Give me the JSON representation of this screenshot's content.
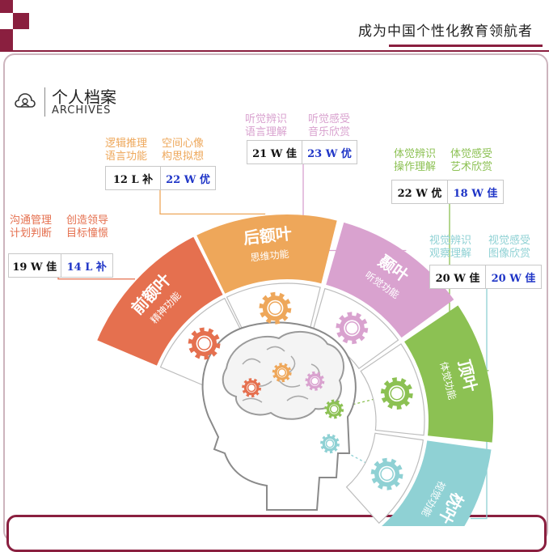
{
  "header": {
    "slogan": "成为中国个性化教育领航者"
  },
  "section": {
    "title": "个人档案",
    "subtitle": "ARCHIVES"
  },
  "colors": {
    "brand": "#8a1f3f",
    "frontal": "#e5704f",
    "prefrontal": "#eea75a",
    "temporal": "#d9a2cf",
    "parietal": "#8cc153",
    "occipital": "#8fd1d4",
    "score_right": "#1f35c7"
  },
  "lobes": [
    {
      "key": "frontal",
      "name": "前额叶",
      "sub": "精神功能",
      "labels": [
        [
          "沟通管理",
          "计划判断"
        ],
        [
          "创造领导",
          "目标憧憬"
        ]
      ],
      "scores": [
        "19 W 佳",
        "14 L 补"
      ]
    },
    {
      "key": "prefrontal",
      "name": "后额叶",
      "sub": "思维功能",
      "labels": [
        [
          "逻辑推理",
          "语言功能"
        ],
        [
          "空间心像",
          "构思拟想"
        ]
      ],
      "scores": [
        "12 L 补",
        "22 W 优"
      ]
    },
    {
      "key": "temporal",
      "name": "颞叶",
      "sub": "听觉功能",
      "labels": [
        [
          "听觉辨识",
          "语言理解"
        ],
        [
          "听觉感受",
          "音乐欣赏"
        ]
      ],
      "scores": [
        "21 W 佳",
        "23 W 优"
      ]
    },
    {
      "key": "parietal",
      "name": "顶叶",
      "sub": "体觉功能",
      "labels": [
        [
          "体觉辨识",
          "操作理解"
        ],
        [
          "体觉感受",
          "艺术欣赏"
        ]
      ],
      "scores": [
        "22 W 优",
        "18 W 佳"
      ]
    },
    {
      "key": "occipital",
      "name": "枕叶",
      "sub": "视觉功能",
      "labels": [
        [
          "视觉辨识",
          "观察理解"
        ],
        [
          "视觉感受",
          "图像欣赏"
        ]
      ],
      "scores": [
        "20 W 佳",
        "20 W 佳"
      ]
    }
  ]
}
